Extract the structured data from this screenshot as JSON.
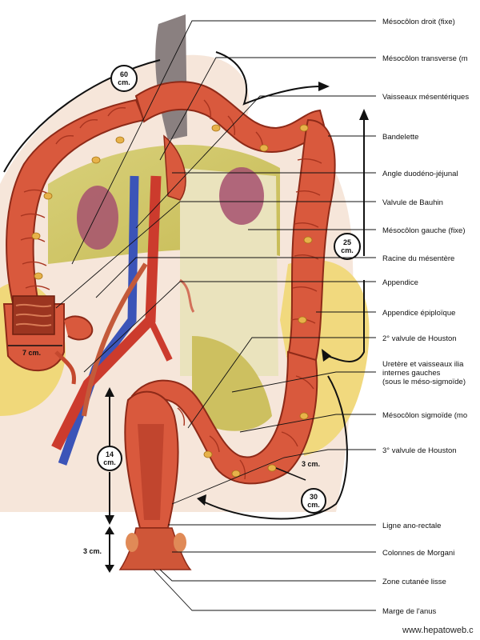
{
  "labels": [
    "Mésocôlon droit (fixe)",
    "Mésocôlon transverse (m",
    "Vaisseaux mésentériques",
    "Bandelette",
    "Angle duodéno-jéjunal",
    "Valvule de Bauhin",
    "Mésocôlon gauche (fixe)",
    "Racine du mésentère",
    "Appendice",
    "Appendice épiploïque",
    "2° valvule de Houston",
    "Uretère et vaisseaux ilia",
    "internes gauches",
    "(sous le méso-sigmoïde)",
    "Mésocôlon sigmoïde (mo",
    "3° valvule de Houston",
    "Ligne ano-rectale",
    "Colonnes de Morgani",
    "Zone cutanée lisse",
    "Marge de l'anus"
  ],
  "measures": {
    "m60": [
      "60",
      "cm."
    ],
    "m25": [
      "25",
      "cm."
    ],
    "m14": [
      "14",
      "cm."
    ],
    "m30": [
      "30",
      "cm."
    ],
    "m7": "7 cm.",
    "m3a": "3 cm.",
    "m3b": "3 cm."
  },
  "watermark": "www.hepatoweb.c"
}
